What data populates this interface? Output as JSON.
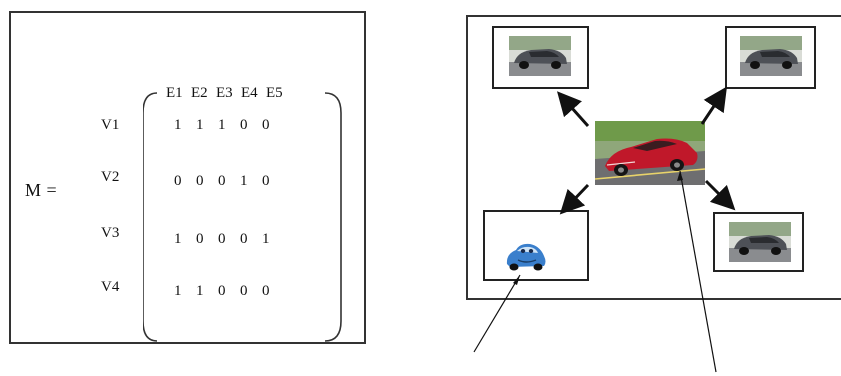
{
  "matrix": {
    "symbol": "M =",
    "columns": [
      "E1",
      "E2",
      "E3",
      "E4",
      "E5"
    ],
    "rows": [
      {
        "label": "V1",
        "values": [
          "1",
          "1",
          "1",
          "0",
          "0"
        ]
      },
      {
        "label": "V2",
        "values": [
          "0",
          "0",
          "0",
          "1",
          "0"
        ]
      },
      {
        "label": "V3",
        "values": [
          "1",
          "0",
          "0",
          "0",
          "1"
        ]
      },
      {
        "label": "V4",
        "values": [
          "1",
          "1",
          "0",
          "0",
          "0"
        ]
      }
    ]
  },
  "diagram": {
    "center_image": "red-sedan",
    "corner_images": [
      "silver-car",
      "silver-car",
      "silver-car",
      "blue-cartoon-car"
    ],
    "colors": {
      "center_car": "#c0182a",
      "silver_car": "#5a5d63",
      "cartoon_car": "#3a7fcc",
      "road": "#6e6e70",
      "grass": "#6f9a4a"
    }
  }
}
